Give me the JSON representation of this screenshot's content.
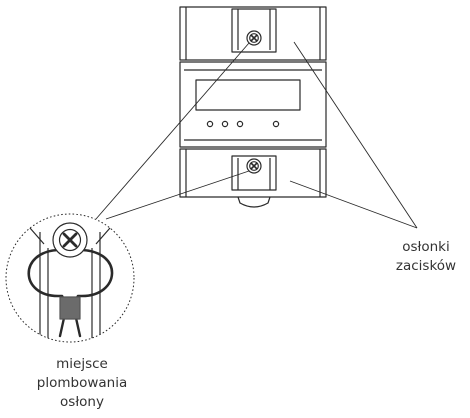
{
  "labels": {
    "terminal_covers": [
      "osłonki",
      "zacisków"
    ],
    "seal_location": [
      "miejsce",
      "plombowania",
      "osłony"
    ]
  },
  "colors": {
    "stroke": "#2a2a2a",
    "fill": "#ffffff",
    "seal": "#6b6b6b",
    "text": "#333333"
  },
  "icons": {
    "screw": "screw-cross-icon",
    "seal": "lead-seal-icon"
  }
}
